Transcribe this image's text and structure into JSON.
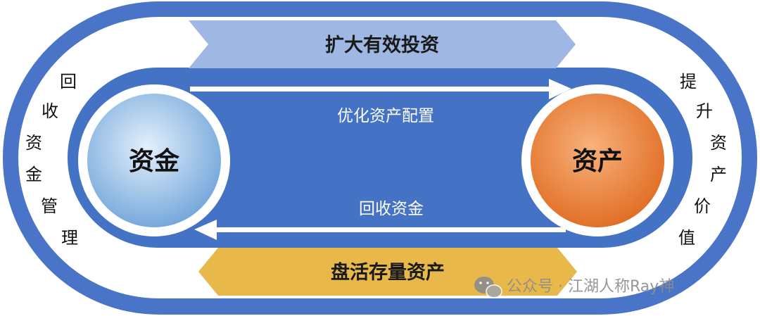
{
  "top_banner": {
    "label": "扩大有效投资",
    "color": "#9fb8e3"
  },
  "bottom_banner": {
    "label": "盘活存量资产",
    "color": "#e8b94a"
  },
  "inner_top_arrow_label": "优化资产配置",
  "inner_bottom_arrow_label": "回收资金",
  "left_circle": {
    "label": "资金",
    "color": "#9cc5ea"
  },
  "right_circle": {
    "label": "资产",
    "color": "#ec7d33"
  },
  "left_vertical_text": [
    "回",
    "收",
    "资",
    "金",
    "管",
    "理"
  ],
  "right_vertical_text": [
    "提",
    "升",
    "资",
    "产",
    "价",
    "值"
  ],
  "watermark": {
    "text": "公众号 · 江湖人称Ray神",
    "icon": "wechat-icon"
  },
  "colors": {
    "ring_blue": "#4a74c8",
    "core_blue": "#4472c4",
    "white": "#ffffff"
  }
}
